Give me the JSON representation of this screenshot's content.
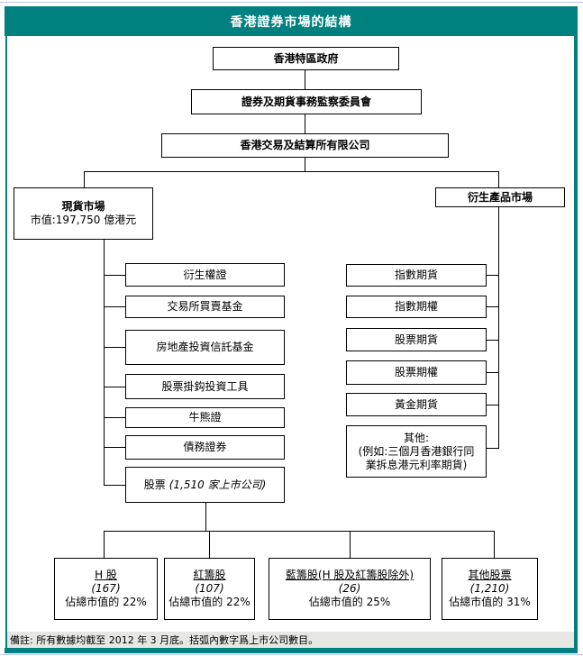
{
  "header": {
    "title": "香港證券市場的結構"
  },
  "hierarchy": {
    "government": "香港特區政府",
    "regulator": "證券及期貨事務監察委員會",
    "exchange": "香港交易及結算所有限公司"
  },
  "cash_market": {
    "title": "現貨市場",
    "subtitle": "市值:197,750 億港元",
    "products": [
      "衍生權證",
      "交易所買賣基金",
      "房地產投資信託基金",
      "股票掛鈎投資工具",
      "牛熊證",
      "債務證券"
    ],
    "stocks": {
      "label": "股票",
      "note": "(1,510  家上市公司)"
    }
  },
  "derivatives_market": {
    "title": "衍生產品市場",
    "products": [
      "指數期貨",
      "指數期權",
      "股票期貨",
      "股票期權",
      "黃金期貨"
    ],
    "other": {
      "line1": "其他:",
      "line2": "(例如:三個月香港銀行同",
      "line3": "業拆息港元利率期貨)"
    }
  },
  "stock_categories": [
    {
      "name": "H 股",
      "count": "(167)",
      "share": "佔總市值的 22%"
    },
    {
      "name": "紅籌股",
      "count": "(107)",
      "share": "佔總市值的 22%"
    },
    {
      "name": "藍籌股(H 股及紅籌股除外)",
      "count": "(26)",
      "share": "佔總市值的 25%"
    },
    {
      "name": "其他股票",
      "count": "(1,210)",
      "share": "佔總市值的 31%"
    }
  ],
  "footer": {
    "note": "備註: 所有數據均截至 2012 年 3 月底。括弧內數字爲上市公司數目。"
  },
  "colors": {
    "teal": "#00807e",
    "footer_bg": "#e6e6e3",
    "frame_blue": "#b9c8ec"
  }
}
